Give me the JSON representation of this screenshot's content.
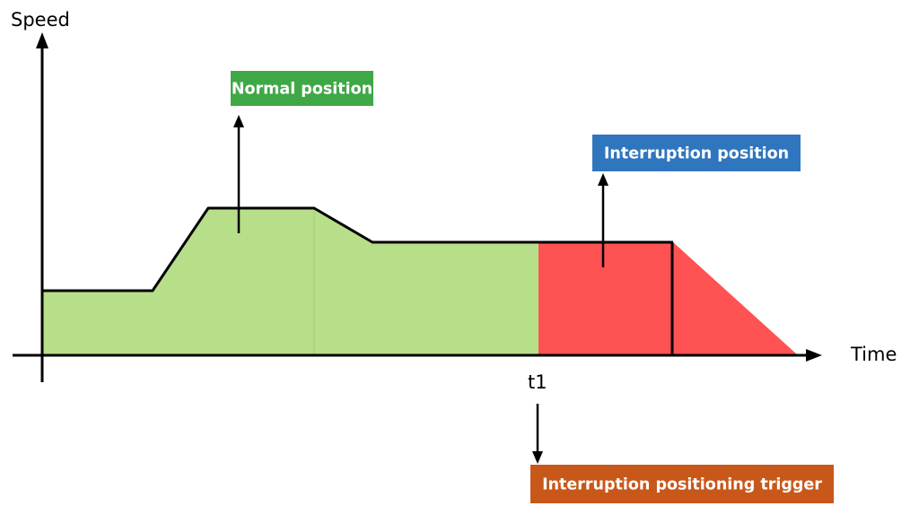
{
  "axes": {
    "y_label": "Speed",
    "x_label": "Time",
    "marker_label": "t1"
  },
  "labels": {
    "normal_position": "Normal position",
    "interruption_position": "Interruption position",
    "trigger": "Interruption positioning trigger"
  },
  "colors": {
    "normal_fill": "#b7df8a",
    "interruption_fill": "#ff5252",
    "normal_label_bg": "#3fa846",
    "interruption_label_bg": "#2f76be",
    "trigger_label_bg": "#c8581a",
    "line": "#000000"
  }
}
